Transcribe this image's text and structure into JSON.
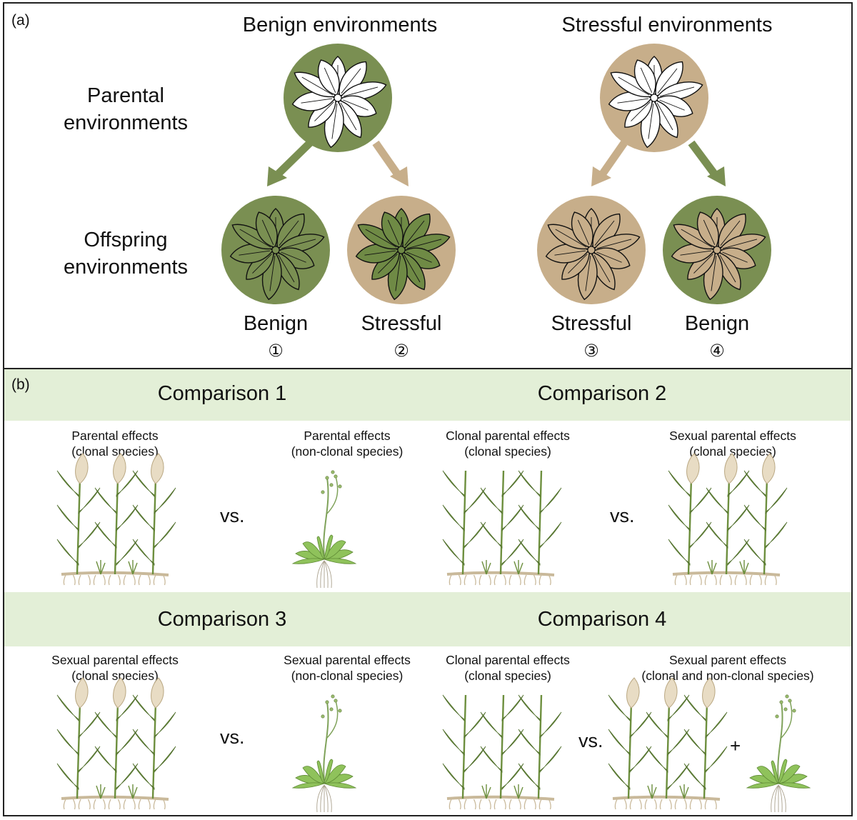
{
  "panel_a": {
    "label": "(a)",
    "benign_header": "Benign environments",
    "stressful_header": "Stressful environments",
    "row_parental": "Parental\nenvironments",
    "row_offspring": "Offspring\nenvironments",
    "offspring": [
      {
        "label": "Benign",
        "number": "①"
      },
      {
        "label": "Stressful",
        "number": "②"
      },
      {
        "label": "Stressful",
        "number": "③"
      },
      {
        "label": "Benign",
        "number": "④"
      }
    ]
  },
  "panel_b": {
    "label": "(b)",
    "comparisons": [
      {
        "title": "Comparison 1",
        "left": "Parental effects\n(clonal species)",
        "right": "Parental effects\n(non-clonal species)"
      },
      {
        "title": "Comparison 2",
        "left": "Clonal parental effects\n(clonal species)",
        "right": "Sexual parental effects\n(clonal species)"
      },
      {
        "title": "Comparison 3",
        "left": "Sexual parental effects\n(clonal species)",
        "right": "Sexual parental effects\n(non-clonal species)"
      },
      {
        "title": "Comparison 4",
        "left": "Clonal parental effects\n(clonal species)",
        "right": "Sexual parent effects\n(clonal and non-clonal species)"
      }
    ],
    "vs": "vs.",
    "plus": "+"
  },
  "colors": {
    "benign": "#7a8f52",
    "stressful": "#c7ae8a",
    "band": "#e3efd7",
    "leaf_green": "#5f7a3a"
  }
}
